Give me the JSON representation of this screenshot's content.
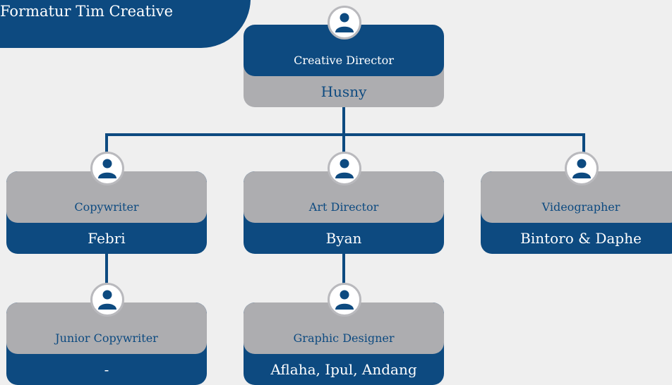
{
  "title": "Formatur Tim Creative",
  "nodes": {
    "creative_director": {
      "role": "Creative Director",
      "name": "Husny"
    },
    "copywriter": {
      "role": "Copywriter",
      "name": "Febri"
    },
    "art_director": {
      "role": "Art Director",
      "name": "Byan"
    },
    "videographer": {
      "role": "Videographer",
      "name": "Bintoro & Daphe"
    },
    "junior_copywriter": {
      "role": "Junior Copywriter",
      "name": "-"
    },
    "graphic_designer": {
      "role": "Graphic Designer",
      "name": "Aflaha, Ipul, Andang"
    }
  },
  "colors": {
    "navy": "#0d4a80",
    "gray": "#adadb0",
    "background": "#efefef",
    "connector": "#0d4a80"
  },
  "icons": {
    "person": "person-icon"
  }
}
